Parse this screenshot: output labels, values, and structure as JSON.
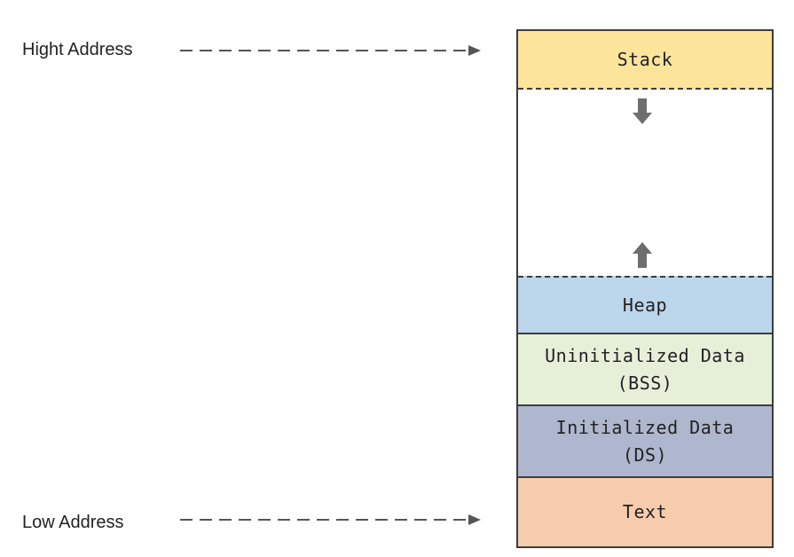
{
  "labels": {
    "high_address": "Hight Address",
    "low_address": "Low Address"
  },
  "segments": {
    "stack": {
      "label": "Stack",
      "color": "#fce49b"
    },
    "heap": {
      "label": "Heap",
      "color": "#bcd6ec"
    },
    "bss": {
      "line1": "Uninitialized Data",
      "line2": "(BSS)",
      "color": "#e6f0d9"
    },
    "ds": {
      "line1": "Initialized Data",
      "line2": "(DS)",
      "color": "#aeb7cd"
    },
    "text": {
      "label": "Text",
      "color": "#f7ccac"
    }
  },
  "icons": {
    "stack_growth": "arrow-down-icon",
    "heap_growth": "arrow-up-icon"
  }
}
